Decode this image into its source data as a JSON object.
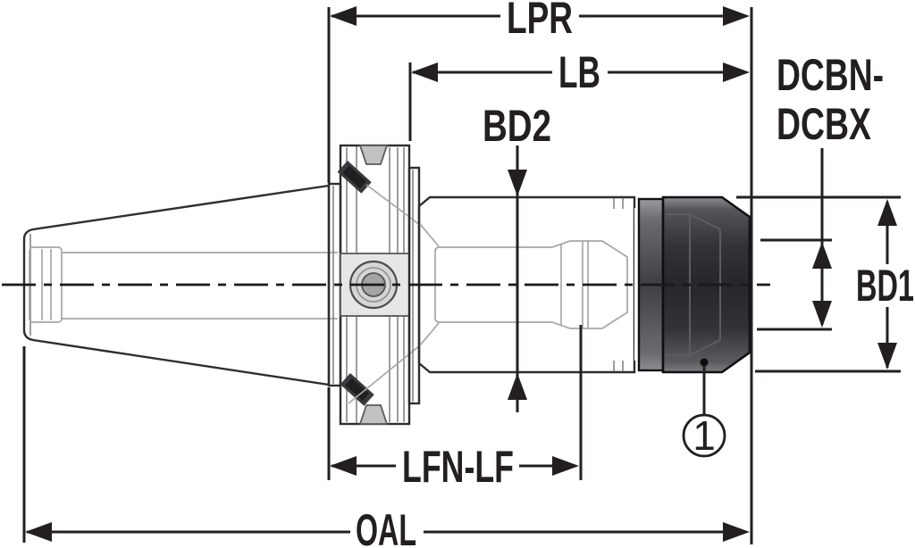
{
  "drawing": {
    "type": "technical-dimension-drawing",
    "subject": "collet-chuck-tool-holder-side-view",
    "background_color": "#ffffff",
    "dimension_line_color": "#231f20",
    "part_light_color": "#e9e9e9",
    "nut_dark_color": "#2b2b2e",
    "ghost_line_color": "#a6a6a8",
    "labels": {
      "lpr": "LPR",
      "lb": "LB",
      "bd2": "BD2",
      "dcbn_line1": "DCBN-",
      "dcbn_line2": "DCBX",
      "bd1": "BD1",
      "lfn_lf": "LFN-LF",
      "oal": "OAL"
    },
    "callouts": [
      {
        "number": "1",
        "target": "clamping-nut"
      }
    ]
  }
}
